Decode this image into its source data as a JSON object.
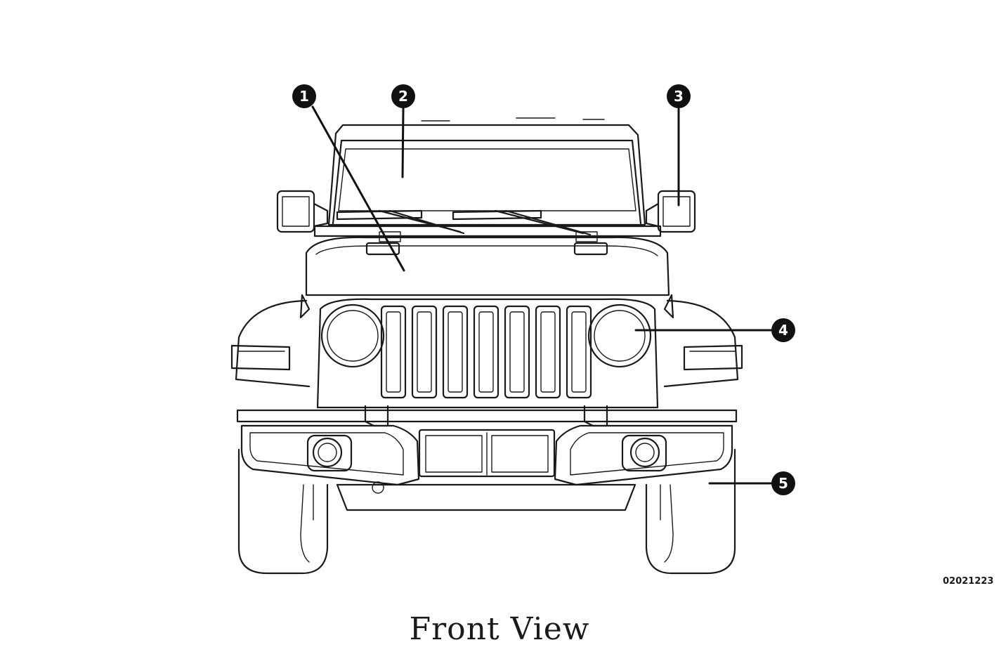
{
  "caption": "Front View",
  "figure_code": "02021223",
  "callouts": [
    {
      "label": "1"
    },
    {
      "label": "2"
    },
    {
      "label": "3"
    },
    {
      "label": "4"
    },
    {
      "label": "5"
    }
  ],
  "colors": {
    "line": "#1a1a1a",
    "callout_fill": "#111111",
    "background": "#ffffff"
  }
}
